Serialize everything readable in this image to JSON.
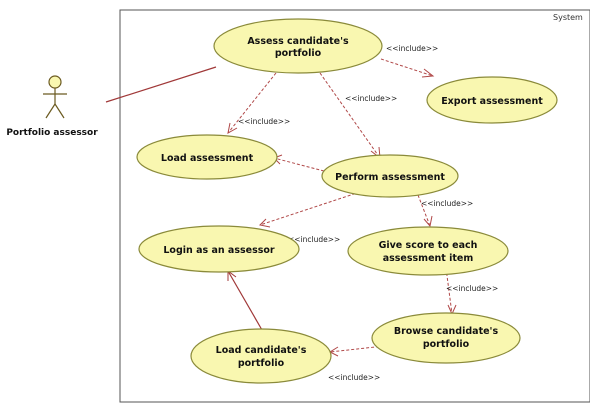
{
  "system": {
    "label": "System"
  },
  "actor": {
    "name": "Portfolio assessor",
    "icon": "stick-figure-actor"
  },
  "use_cases": {
    "assess": {
      "lines": [
        "Assess candidate's",
        "portfolio"
      ]
    },
    "export": {
      "lines": [
        "Export assessment"
      ]
    },
    "load": {
      "lines": [
        "Load assessment"
      ]
    },
    "perform": {
      "lines": [
        "Perform assessment"
      ]
    },
    "login": {
      "lines": [
        "Login as an assessor"
      ]
    },
    "give_score": {
      "lines": [
        "Give score to each",
        "assessment item"
      ]
    },
    "browse": {
      "lines": [
        "Browse candidate's",
        "portfolio"
      ]
    },
    "load_portfolio": {
      "lines": [
        "Load candidate's",
        "portfolio"
      ]
    }
  },
  "includes": {
    "assess_export": "<<include>>",
    "assess_load": "<<include>>",
    "assess_perform": "<<include>>",
    "perform_login": "<<include>>",
    "perform_score": "<<include>>",
    "score_browse": "<<include>>",
    "browse_loadportfolio": "<<include>>"
  },
  "colors": {
    "use_case_fill": "#f9f7b0",
    "use_case_border": "#8a8a3a",
    "relation_line": "#b04848"
  }
}
